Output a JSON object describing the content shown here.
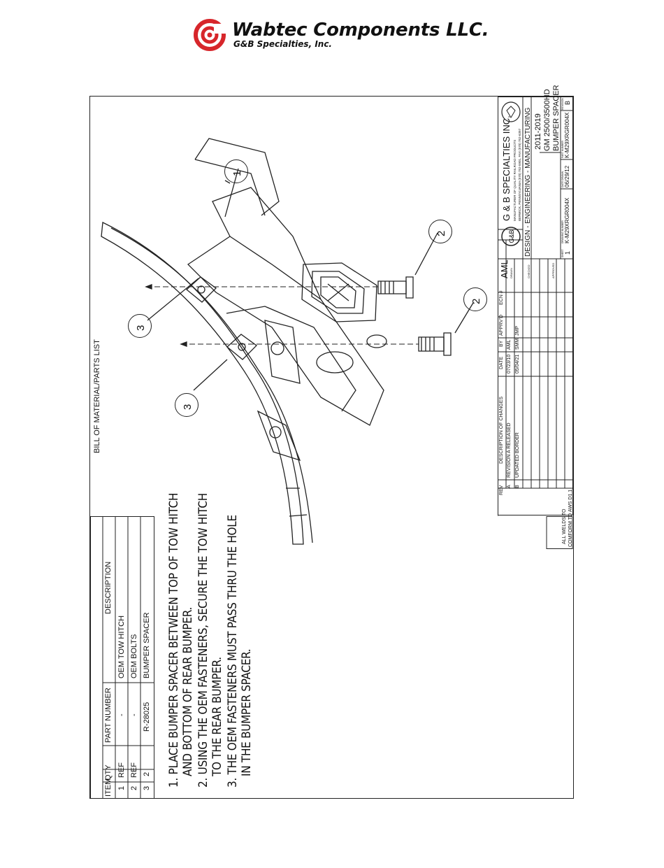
{
  "header": {
    "company": "Wabtec Components LLC.",
    "subsidiary": "G&B Specialties, Inc."
  },
  "bom": {
    "title": "BILL OF MATERIAL/PARTS LIST",
    "columns": [
      "ITEM",
      "QTY",
      "PART NUMBER",
      "DESCRIPTION"
    ],
    "rows": [
      [
        "1",
        "REF",
        "-",
        "OEM TOW HITCH"
      ],
      [
        "2",
        "REF",
        "-",
        "OEM BOLTS"
      ],
      [
        "3",
        "2",
        "R-28025",
        "BUMPER SPACER"
      ]
    ]
  },
  "instructions": [
    "1. PLACE BUMPER SPACER BETWEEN TOP OF TOW HITCH",
    "AND BOTTOM OF REAR BUMPER.",
    "2. USING THE OEM FASTENERS, SECURE THE TOW HITCH",
    "TO THE REAR BUMPER.",
    "3. THE OEM FASTENERS MUST PASS THRU THE HOLE",
    "IN THE BUMPER SPACER."
  ],
  "balloons": [
    "1",
    "2",
    "2",
    "3",
    "3"
  ],
  "revisions": {
    "columns": [
      "REV",
      "DESCRIPTION OF CHANGES",
      "DATE",
      "BY",
      "APPRV'D",
      "ECN #"
    ],
    "rows": [
      [
        "A",
        "REVISION A RELEASED",
        "07/23/10",
        "AML",
        "",
        ""
      ],
      [
        "B",
        "UPDATED BORDER",
        "05/04/21",
        "SMM",
        "JMP",
        ""
      ]
    ]
  },
  "signoff": {
    "drawn_label": "DRAWN",
    "drawn_value": "AML",
    "checked_label": "CHECKED",
    "approved_label": "APPROVED"
  },
  "title_block": {
    "company": "G & B SPECIALTIES INC.",
    "tagline1": "MANUFACTURER OF QUALITY RAILROAD PRODUCTS",
    "tagline2": "BERWICK, PENNSYLVANIA (570) 752-5901, FAX (570) 752-6397",
    "dept": "DESIGN - ENGINEERING - MANUFACTURING",
    "part_line1": "2011-2019",
    "part_line2": "GM 2500/3500HD",
    "part_line3": "BUMPER SPACER",
    "sheet_label": "SHEET",
    "sheet": "1",
    "drawing_number_label": "DRAWING NUMBER",
    "drawing_number": "K-M29XRGR004X",
    "date_drawn_label": "DATE DRAWN",
    "date_drawn": "06/29/12",
    "part_number_label": "PART NUMBER",
    "part_number": "K-M29XRGR004X",
    "revision_label": "REVISION",
    "revision": "B",
    "welds_line1": "ALL WELDS TO",
    "welds_line2": "COMFORM TO AWS D1.1"
  }
}
